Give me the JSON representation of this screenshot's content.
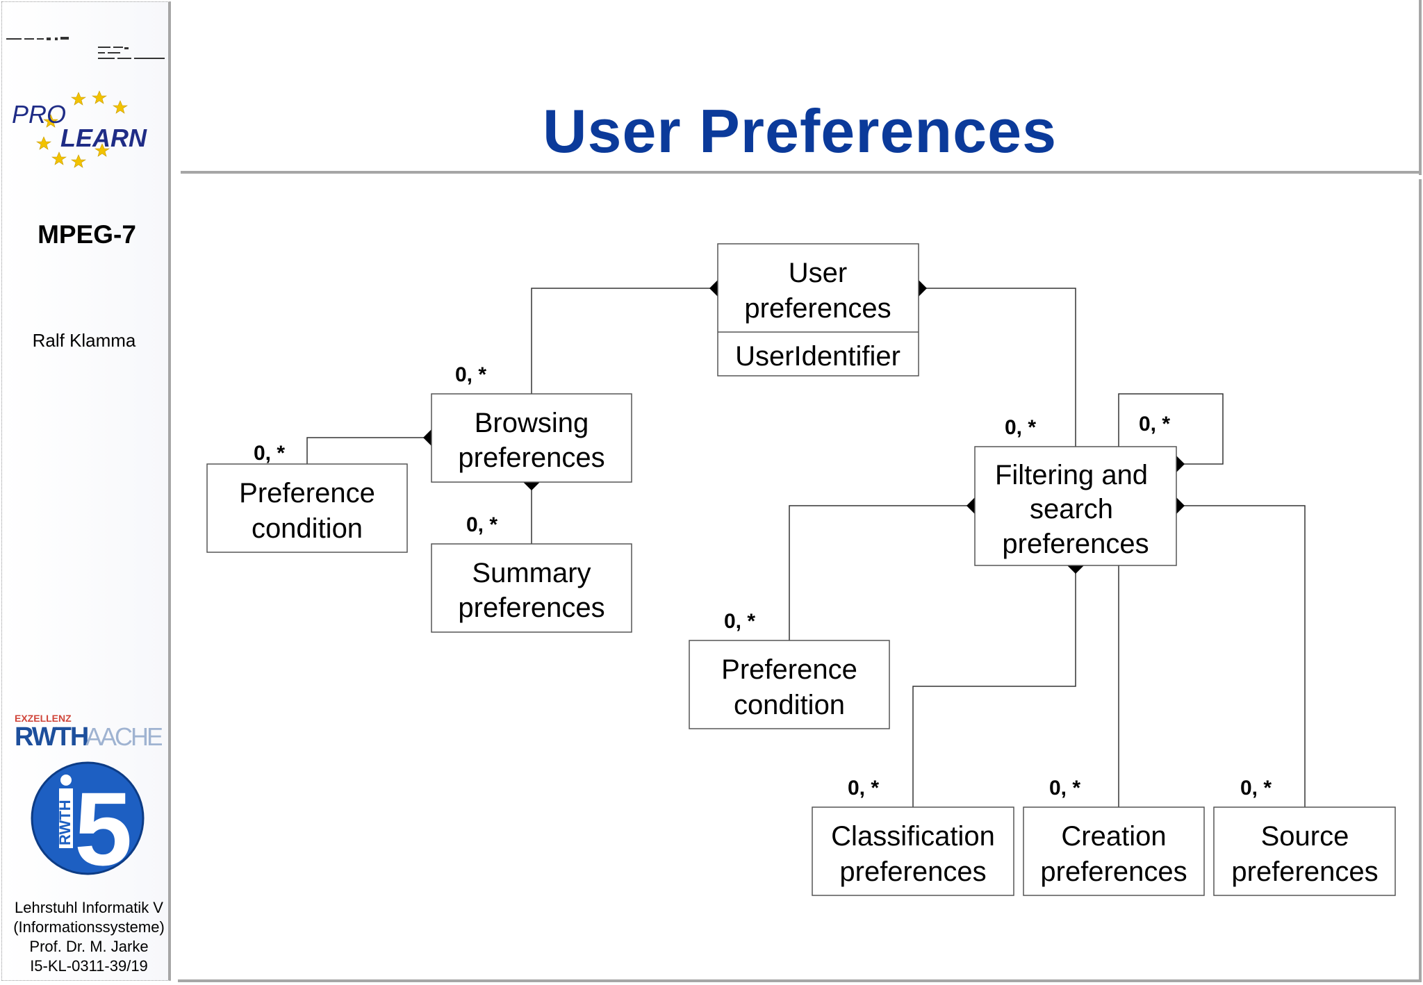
{
  "sidebar": {
    "logo_text_1": "PRO",
    "logo_text_2": "LEARN",
    "course": "MPEG-7",
    "author": "Ralf Klamma",
    "rwth_logo_top": "EXZELLENZ",
    "rwth_logo_main": "RWTH",
    "rwth_logo_city": "AACHEN",
    "i5_logo_text": "RWTH",
    "i5_logo_number": "5",
    "footer": {
      "line1": "Lehrstuhl Informatik V",
      "line2": "(Informationssysteme)",
      "line3": "Prof. Dr. M. Jarke",
      "line4": "I5-KL-0311-39/19"
    }
  },
  "slide": {
    "title": "User Preferences",
    "title_color": "#0b3a9a"
  },
  "diagram": {
    "classes": {
      "user_prefs": {
        "lines": [
          "User",
          "preferences"
        ],
        "attribute": "UserIdentifier"
      },
      "browsing": {
        "lines": [
          "Browsing",
          "preferences"
        ]
      },
      "pref_cond_left": {
        "lines": [
          "Preference",
          "condition"
        ]
      },
      "summary": {
        "lines": [
          "Summary",
          "preferences"
        ]
      },
      "filtering": {
        "lines": [
          "Filtering and",
          "search",
          "preferences"
        ]
      },
      "pref_cond_right": {
        "lines": [
          "Preference",
          "condition"
        ]
      },
      "classification": {
        "lines": [
          "Classification",
          "preferences"
        ]
      },
      "creation": {
        "lines": [
          "Creation",
          "preferences"
        ]
      },
      "source": {
        "lines": [
          "Source",
          "preferences"
        ]
      }
    },
    "multiplicities": {
      "browsing": "0, *",
      "pref_cond_left": "0, *",
      "summary": "0, *",
      "filtering": "0, *",
      "filtering_self": "0, *",
      "pref_cond_right": "0, *",
      "classification": "0, *",
      "creation": "0, *",
      "source": "0, *"
    }
  }
}
